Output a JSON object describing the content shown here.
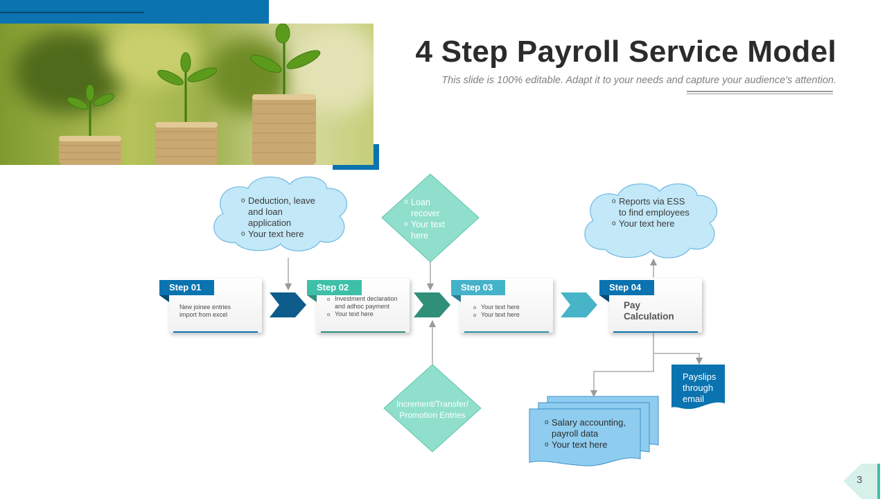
{
  "title": "4 Step Payroll Service Model",
  "subtitle": "This slide is 100% editable. Adapt it to your needs and capture your audience's attention.",
  "clouds": {
    "left": {
      "items": [
        "Deduction, leave and loan application",
        "Your text here"
      ]
    },
    "right": {
      "items": [
        "Reports via ESS to find employees",
        "Your text here"
      ]
    }
  },
  "diamonds": {
    "top": {
      "items": [
        "Loan recover",
        "Your text here"
      ]
    },
    "bottom": {
      "text": "Increment/Transfer/ Promotion Entries"
    }
  },
  "steps": [
    {
      "label": "Step 01",
      "text": "New joinee entries import from excel",
      "color": "#0a73b0"
    },
    {
      "label": "Step 02",
      "items": [
        "Investment declaration and adhoc payment",
        "Your text here"
      ],
      "color": "#3fbfa8"
    },
    {
      "label": "Step 03",
      "items": [
        "Your text here",
        "Your text here"
      ],
      "color": "#44b2c9"
    },
    {
      "label": "Step 04",
      "text": "Pay Calculation",
      "color": "#0a73b0"
    }
  ],
  "chevron_colors": [
    "#0d5c8c",
    "#2f8f79",
    "#47b4c7"
  ],
  "documents": {
    "stack": {
      "items": [
        "Salary accounting, payroll data",
        "Your text here"
      ]
    },
    "payslip": {
      "text": "Payslips through email"
    }
  },
  "page_number": "3",
  "colors": {
    "blue": "#0a73b0",
    "mint": "#8fdfcc",
    "cloud": "#c3e8f8",
    "doc": "#8fcdf0"
  }
}
